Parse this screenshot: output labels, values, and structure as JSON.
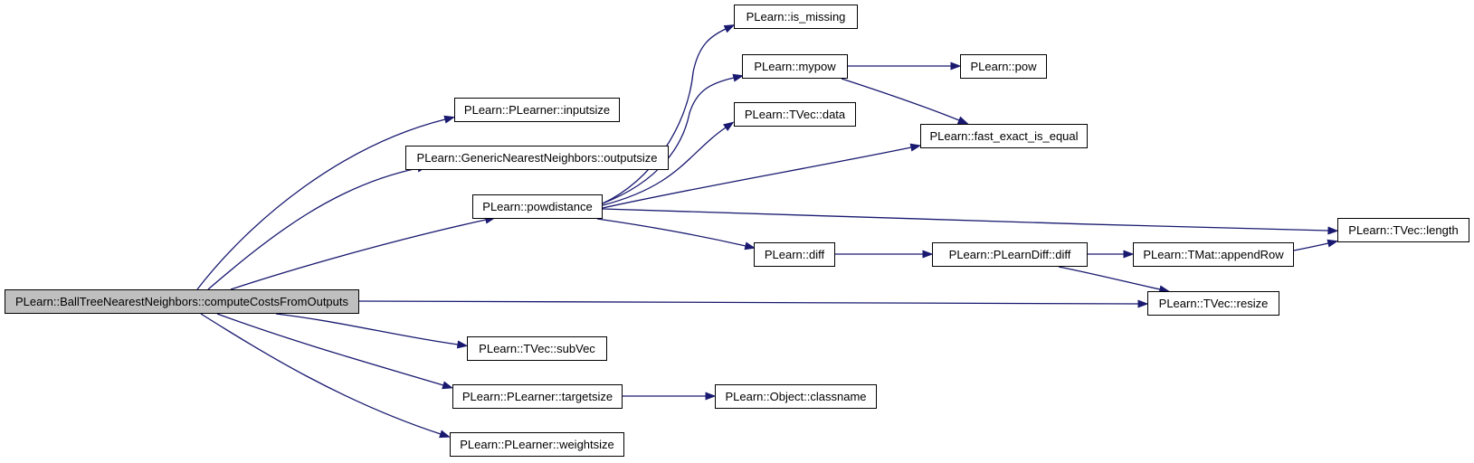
{
  "graph": {
    "edge_color": "#191970",
    "root_fill": "#bfbfbf",
    "nodes": {
      "root": "PLearn::BallTreeNearestNeighbors::computeCostsFromOutputs",
      "inputsize": "PLearn::PLearner::inputsize",
      "outputsize": "PLearn::GenericNearestNeighbors::outputsize",
      "powdistance": "PLearn::powdistance",
      "subvec": "PLearn::TVec::subVec",
      "targetsize": "PLearn::PLearner::targetsize",
      "weightsize": "PLearn::PLearner::weightsize",
      "resize": "PLearn::TVec::resize",
      "is_missing": "PLearn::is_missing",
      "mypow": "PLearn::mypow",
      "tvec_data": "PLearn::TVec::data",
      "fast_exact": "PLearn::fast_exact_is_equal",
      "length": "PLearn::TVec::length",
      "diff": "PLearn::diff",
      "pow": "PLearn::pow",
      "plearndiff": "PLearn::PLearnDiff::diff",
      "appendrow": "PLearn::TMat::appendRow",
      "classname": "PLearn::Object::classname"
    },
    "edges": [
      [
        "root",
        "inputsize"
      ],
      [
        "root",
        "outputsize"
      ],
      [
        "root",
        "powdistance"
      ],
      [
        "root",
        "resize"
      ],
      [
        "root",
        "subvec"
      ],
      [
        "root",
        "targetsize"
      ],
      [
        "root",
        "weightsize"
      ],
      [
        "powdistance",
        "is_missing"
      ],
      [
        "powdistance",
        "mypow"
      ],
      [
        "powdistance",
        "tvec_data"
      ],
      [
        "powdistance",
        "fast_exact"
      ],
      [
        "powdistance",
        "length"
      ],
      [
        "powdistance",
        "diff"
      ],
      [
        "mypow",
        "pow"
      ],
      [
        "mypow",
        "fast_exact"
      ],
      [
        "diff",
        "plearndiff"
      ],
      [
        "plearndiff",
        "appendrow"
      ],
      [
        "plearndiff",
        "resize"
      ],
      [
        "appendrow",
        "length"
      ],
      [
        "targetsize",
        "classname"
      ]
    ]
  }
}
